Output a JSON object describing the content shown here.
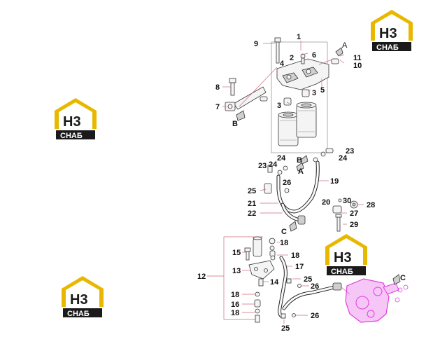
{
  "logo": {
    "top_text": "H3",
    "bottom_text": "СНАБ",
    "colors": {
      "frame": "#e8b800",
      "dark": "#1a1a1a"
    }
  },
  "callouts": {
    "c1": "1",
    "c2": "2",
    "c3a": "3",
    "c3b": "3",
    "c4": "4",
    "c5": "5",
    "c6": "6",
    "c7": "7",
    "c8": "8",
    "c9": "9",
    "c10": "10",
    "c11": "11",
    "c12": "12",
    "c13": "13",
    "c14": "14",
    "c15": "15",
    "c16": "16",
    "c17": "17",
    "c18a": "18",
    "c18b": "18",
    "c18c": "18",
    "c18d": "18",
    "c19": "19",
    "c20": "20",
    "c21": "21",
    "c22": "22",
    "c23a": "23",
    "c23b": "23",
    "c24a": "24",
    "c24b": "24",
    "c24c": "24",
    "c25a": "25",
    "c25b": "25",
    "c25c": "25",
    "c26a": "26",
    "c26b": "26",
    "c26c": "26",
    "c27": "27",
    "c28": "28",
    "c29": "29",
    "c30": "30"
  },
  "refs": {
    "A1": "A",
    "A2": "A",
    "B1": "B",
    "B2": "B",
    "C1": "C",
    "C2": "C"
  },
  "colors": {
    "highlight": "#e040e0",
    "leader": "#d06a7a"
  }
}
